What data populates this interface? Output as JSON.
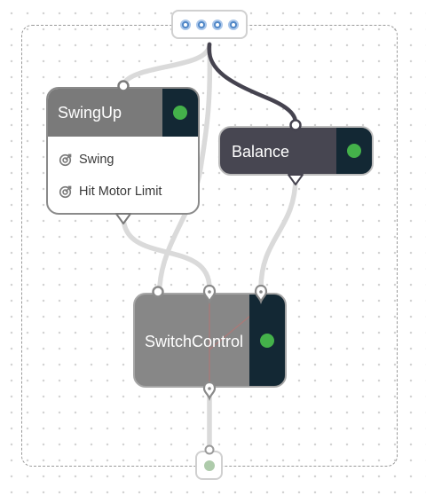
{
  "entry": {
    "dot_count": 4
  },
  "nodes": {
    "swingup": {
      "title": "SwingUp",
      "status": "active",
      "conditions": [
        {
          "label": "Swing",
          "icon": "target-icon"
        },
        {
          "label": "Hit Motor Limit",
          "icon": "target-icon"
        }
      ]
    },
    "balance": {
      "title": "Balance",
      "status": "active"
    },
    "switch": {
      "title": "SwitchControl",
      "status": "active"
    }
  },
  "colors": {
    "active_status": "#44b14a",
    "entry_dot": "#4f86c6",
    "active_wire": "#45434f",
    "inactive_wire": "#dadada",
    "exit_dot": "#aecbab",
    "status_panel": "#132834"
  }
}
